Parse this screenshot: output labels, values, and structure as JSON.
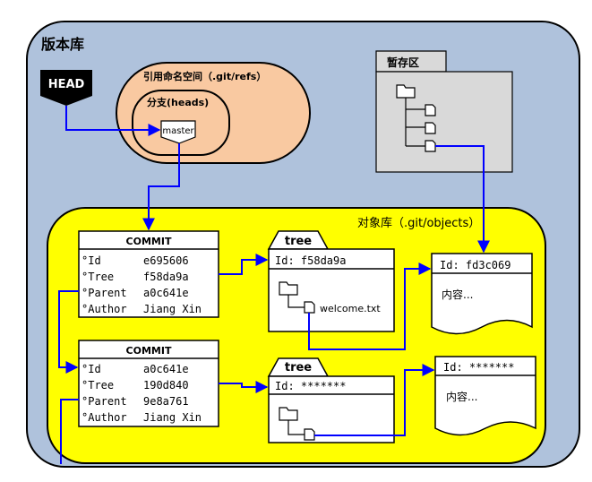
{
  "repo": {
    "title": "版本库"
  },
  "head": {
    "label": "HEAD"
  },
  "refs": {
    "title": "引用命名空间（.git/refs）",
    "heads_title": "分支(heads)",
    "master": "master"
  },
  "staging": {
    "title": "暂存区"
  },
  "objects": {
    "title": "对象库（.git/objects）"
  },
  "commits": [
    {
      "header": "COMMIT",
      "rows": [
        {
          "key": "Id",
          "value": "e695606"
        },
        {
          "key": "Tree",
          "value": "f58da9a"
        },
        {
          "key": "Parent",
          "value": "a0c641e"
        },
        {
          "key": "Author",
          "value": "Jiang Xin"
        }
      ]
    },
    {
      "header": "COMMIT",
      "rows": [
        {
          "key": "Id",
          "value": "a0c641e"
        },
        {
          "key": "Tree",
          "value": "190d840"
        },
        {
          "key": "Parent",
          "value": "9e8a761"
        },
        {
          "key": "Author",
          "value": "Jiang Xin"
        }
      ]
    }
  ],
  "trees": [
    {
      "tab": "tree",
      "id": "Id: f58da9a",
      "file": "welcome.txt"
    },
    {
      "tab": "tree",
      "id": "Id: *******",
      "file": ""
    }
  ],
  "blobs": [
    {
      "id": "Id: fd3c069",
      "content": "内容..."
    },
    {
      "id": "Id: *******",
      "content": "内容..."
    }
  ],
  "colors": {
    "repo_bg": "#afc2dc",
    "refs_bg": "#f9c9a1",
    "objects_bg": "#ffff00",
    "staging_bg": "#d9d9d9",
    "arrow": "#0000ff"
  }
}
